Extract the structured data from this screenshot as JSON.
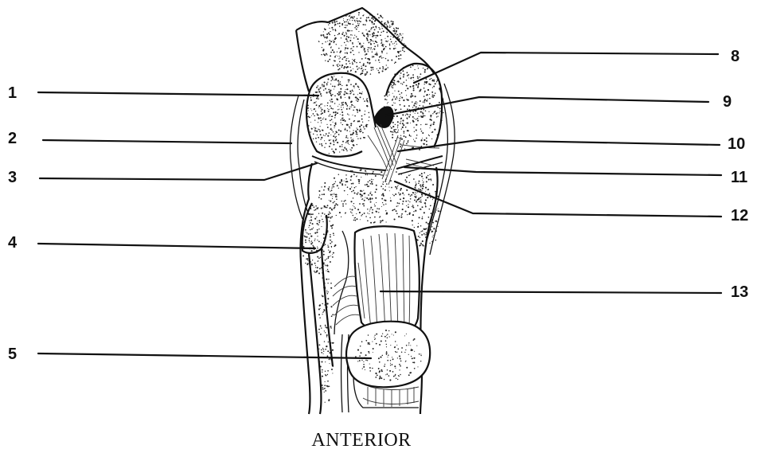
{
  "figure": {
    "caption": "ANTERIOR",
    "labels": [
      {
        "id": "1",
        "text": "1"
      },
      {
        "id": "2",
        "text": "2"
      },
      {
        "id": "3",
        "text": "3"
      },
      {
        "id": "4",
        "text": "4"
      },
      {
        "id": "5",
        "text": "5"
      },
      {
        "id": "8",
        "text": "8"
      },
      {
        "id": "9",
        "text": "9"
      },
      {
        "id": "10",
        "text": "10"
      },
      {
        "id": "11",
        "text": "11"
      },
      {
        "id": "12",
        "text": "12"
      },
      {
        "id": "13",
        "text": "13"
      }
    ]
  },
  "colors": {
    "ink": "#111111",
    "background": "#ffffff"
  }
}
